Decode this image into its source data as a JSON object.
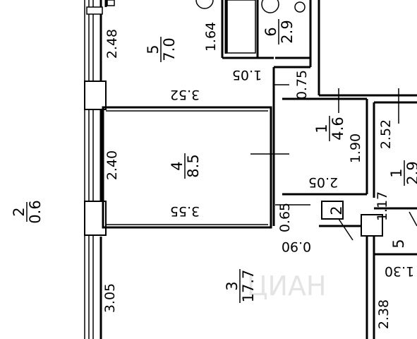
{
  "watermark": "ЦИАН",
  "rooms": [
    {
      "id": "2",
      "area": "0.6"
    },
    {
      "id": "5",
      "area": "7.0"
    },
    {
      "id": "4",
      "area": "8.5"
    },
    {
      "id": "3",
      "area": "17.7"
    },
    {
      "id": "1",
      "area": "4.6"
    },
    {
      "id": "6",
      "area": "2.9"
    },
    {
      "id": "1",
      "area": "2.9"
    },
    {
      "id": "2",
      "area": ""
    },
    {
      "id": "5",
      "area": ""
    }
  ],
  "dimensions": [
    "2.48",
    "3.52",
    "1.05",
    "0.75",
    "1.64",
    "2.40",
    "3.55",
    "2.05",
    "1.90",
    "0.65",
    "0.90",
    "3.05",
    "2.52",
    "1.17",
    "2.38",
    "1.30"
  ]
}
